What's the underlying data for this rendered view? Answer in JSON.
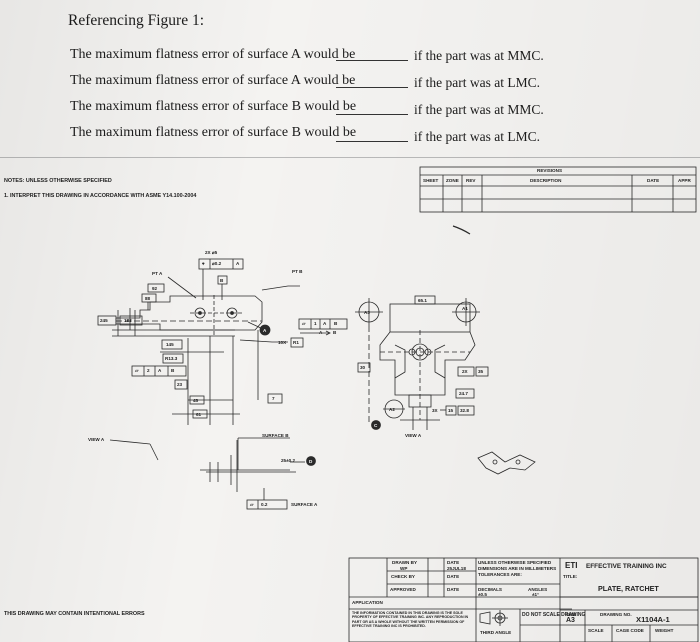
{
  "question": {
    "title": "Referencing Figure 1:",
    "lines": [
      {
        "lead": "The maximum flatness error of surface A would be",
        "tail": "if the part was at MMC."
      },
      {
        "lead": "The maximum flatness error of surface A would be",
        "tail": "if the part was at LMC."
      },
      {
        "lead": "The maximum flatness error of surface B would be",
        "tail": "if the part was at MMC."
      },
      {
        "lead": "The maximum flatness error of surface B would be",
        "tail": "if the part was at LMC."
      }
    ]
  },
  "notes": {
    "heading": "NOTES: UNLESS OTHERWISE SPECIFIED",
    "item1": "1. INTERPRET THIS DRAWING IN ACCORDANCE WITH ASME Y14.100-2004"
  },
  "revisions": {
    "title": "REVISIONS",
    "headers": [
      "SHEET",
      "ZONE",
      "REV",
      "DESCRIPTION",
      "DATE",
      "APPR"
    ]
  },
  "drawing": {
    "hole_count": "2X ⌀5",
    "hole_fcf": [
      "⌖",
      "⌀0.2",
      "A"
    ],
    "datum_b": "B",
    "pt_a": "PT A",
    "pt_b": "PT B",
    "dim_92": "92",
    "dim_88": "88",
    "dim_245": "245",
    "dim_183": "183",
    "dim_145": "145",
    "dim_r133": "R13.3",
    "fcf_flat_left": [
      "⏥",
      "2",
      "A",
      "B"
    ],
    "dim_23": "23",
    "dim_45": "45",
    "dim_61": "61",
    "dim_7": "7",
    "dim_10x_r1": "10X",
    "dim_r1": "R1",
    "fcf_right": [
      "⏥",
      "1",
      "A",
      "B"
    ],
    "datum_a_circle": "A",
    "datum_a_arrow": "A",
    "datum_b_arrow": "B",
    "bubble_a3": "A3",
    "bubble_a1": "A1",
    "bubble_a2": "A2",
    "bubble_c": "C",
    "dim_651": "65.1",
    "dim_30": "30",
    "dim_2x": "2X",
    "dim_35": "35",
    "dim_247": "24.7",
    "dim_328": "32.8",
    "dim_3x": "3X",
    "dim_15": "15",
    "view_a_right": "VIEW A",
    "view_a_left": "VIEW A",
    "surface_b": "SURFACE B",
    "dim_25": "25±0.2",
    "bubble_d": "D",
    "fcf_surface_a": [
      "⏥",
      "0.2"
    ],
    "surface_a": "SURFACE A",
    "intentional_errors": "THIS DRAWING MAY CONTAIN INTENTIONAL ERRORS"
  },
  "title_block": {
    "drawn_by": "DRAWN BY",
    "date": "DATE",
    "drawn_val": "WP",
    "date_val": "25JUL18",
    "check_by": "CHECK BY",
    "date2": "DATE",
    "approved": "APPROVED",
    "date3": "DATE",
    "application": "APPLICATION",
    "unless": "UNLESS OTHERWISE SPECIFIED",
    "dims_mm": "DIMENSIONS ARE IN MILLIMETERS",
    "tolerances": "TOLERANCES ARE:",
    "decimals": "DECIMALS",
    "decimals_val": "±0.5",
    "angles": "ANGLES",
    "angles_val": "±1°",
    "company_mark": "ETI",
    "company": "EFFECTIVE TRAINING INC",
    "title_label": "TITLE:",
    "title": "PLATE, RATCHET",
    "proprietary": "THE INFORMATION CONTAINED IN THIS DRAWING IS THE SOLE PROPERTY OF EFFECTIVE TRAINING INC. ANY REPRODUCTION IN PART OR AS A WHOLE WITHOUT THE WRITTEN PERMISSION OF EFFECTIVE TRAINING INC IS PROHIBITED.",
    "do_not_scale": "DO NOT SCALE DRAWING",
    "third_angle": "THIRD ANGLE",
    "size_label": "SIZE",
    "size": "A3",
    "dwg_label": "DRAWING NO.",
    "dwg_no": "X1104A-1",
    "scale_label": "SCALE",
    "cage_label": "CAGE CODE",
    "weight_label": "WEIGHT"
  }
}
